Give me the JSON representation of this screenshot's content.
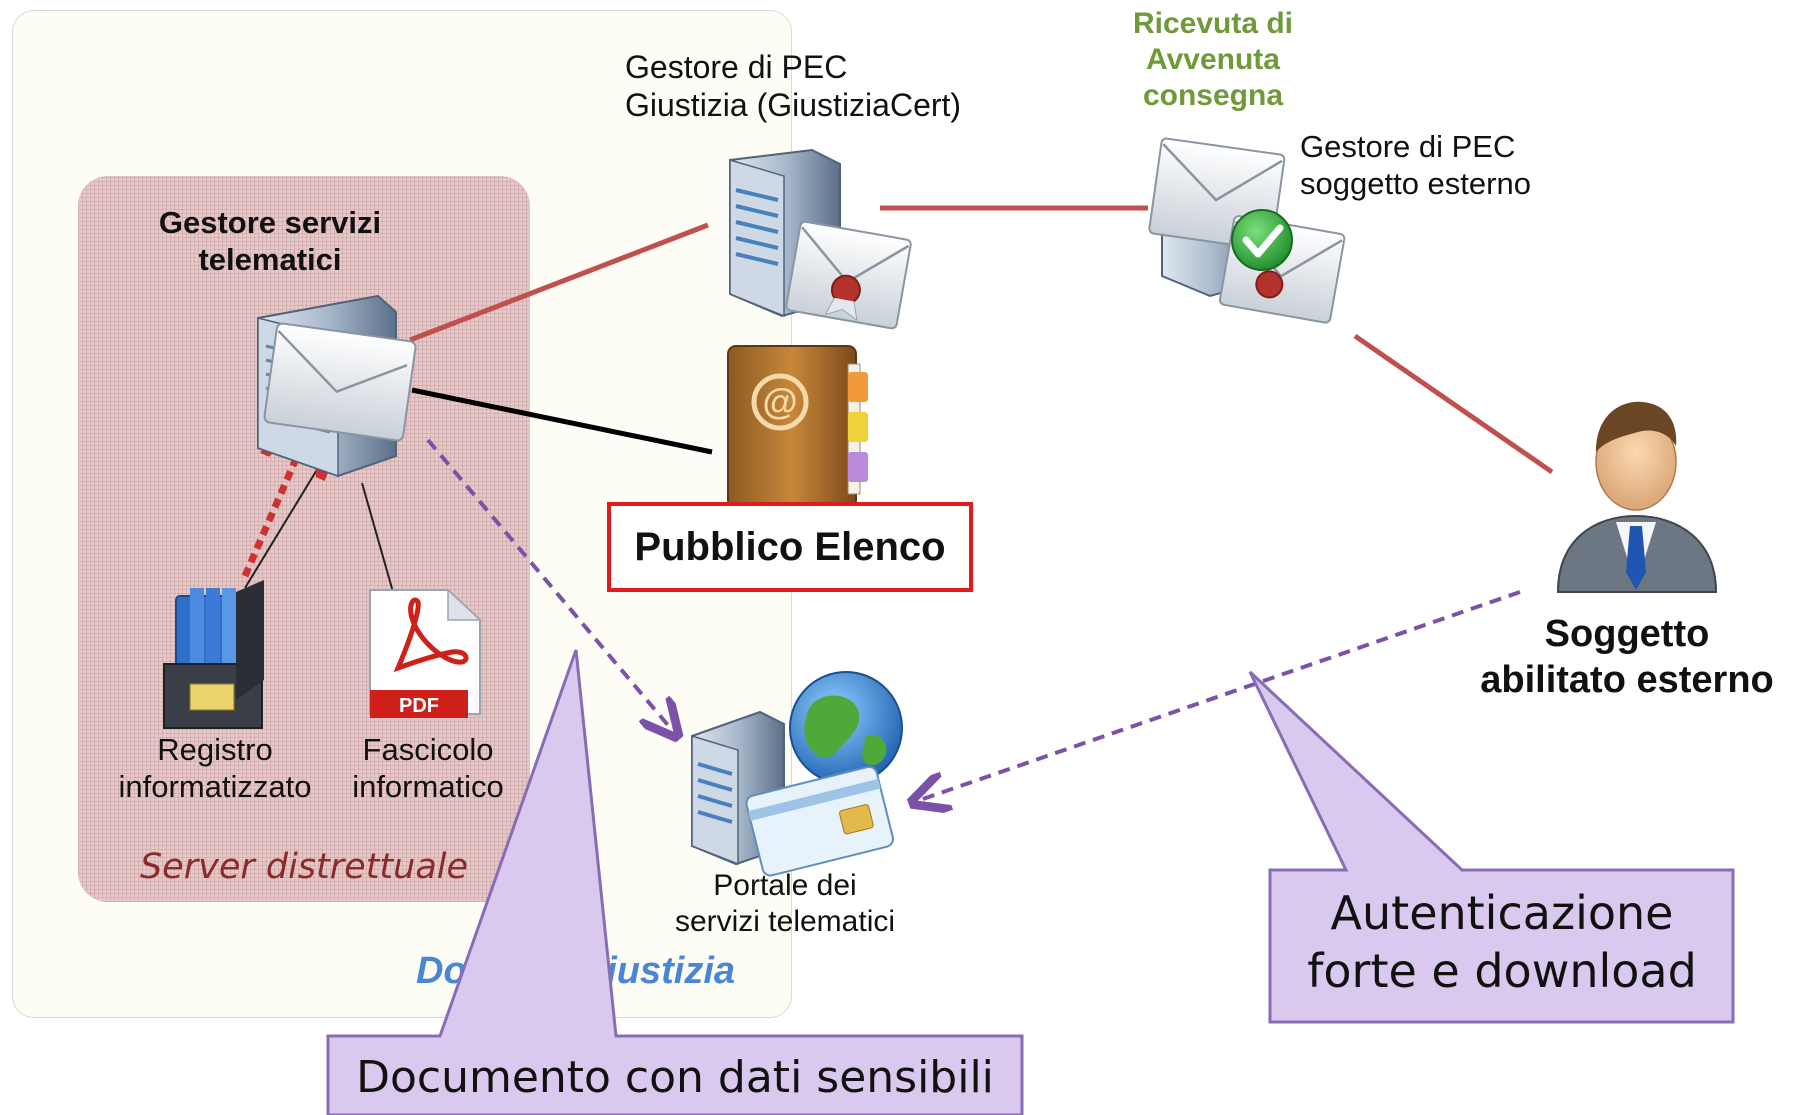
{
  "labels": {
    "gestore_pec_giustizia": [
      "Gestore di PEC",
      "Giustizia (GiustiziaCert)"
    ],
    "ricevuta": [
      "Ricevuta di",
      "Avvenuta",
      "consegna"
    ],
    "gestore_pec_esterno": [
      "Gestore di PEC",
      "soggetto esterno"
    ],
    "gestore_servizi": [
      "Gestore servizi",
      "telematici"
    ],
    "pubblico_elenco": "Pubblico Elenco",
    "registro": [
      "Registro",
      "informatizzato"
    ],
    "fascicolo": [
      "Fascicolo",
      "informatico"
    ],
    "server_distrettuale": "Server distrettuale",
    "dominio_giustizia_visible": "Do",
    "dominio_giustizia_visible_2": "Giustizia",
    "portale": [
      "Portale dei",
      "servizi telematici"
    ],
    "soggetto": [
      "Soggetto",
      "abilitato esterno"
    ],
    "callout_documento": "Documento con dati sensibili",
    "callout_autenticazione": [
      "Autenticazione",
      "forte e download"
    ],
    "pdf_badge": "PDF"
  },
  "colors": {
    "pec_line": "#c0504d",
    "dashed_arrow": "#7b52a8",
    "dashed_red": "#d03030",
    "ricevuta_text": "#6f9a3a",
    "callout_fill": "#d9c9ee",
    "callout_border": "#8a6bb5"
  },
  "icons": {
    "gestore_servizi": "mail-server-icon",
    "gestore_pec_giustizia": "certified-mail-server-icon",
    "gestore_pec_esterno": "certified-mail-check-icon",
    "pubblico_elenco": "address-book-icon",
    "registro": "document-binder-icon",
    "fascicolo": "pdf-document-icon",
    "portale": "web-portal-smartcard-icon",
    "soggetto": "user-businessman-icon"
  }
}
